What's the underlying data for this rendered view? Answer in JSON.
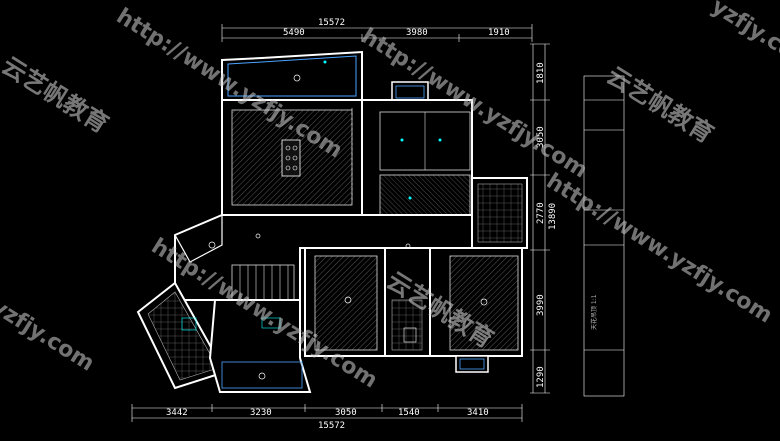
{
  "dimensions": {
    "top_total": "15572",
    "top_segments": [
      "5490",
      "3980",
      "1910"
    ],
    "bottom_total": "15572",
    "bottom_segments": [
      "3442",
      "3230",
      "3050",
      "1540",
      "3410"
    ],
    "right_segments": [
      "1810",
      "3050",
      "2770",
      "3990",
      "1290"
    ],
    "right_total": "13890"
  },
  "side_note": "天花吊顶 1:1",
  "watermarks": {
    "url": "http://www.yzfjy.com",
    "url_short": "yzfjy.com",
    "brand_cn": "云艺帆教育"
  },
  "tags": {
    "room_top_mid": "",
    "room_center_left": "",
    "room_center_right": ""
  },
  "colors": {
    "background": "#000000",
    "wall": "#ffffff",
    "hatch": "#8a8a8a",
    "ceiling_blue": "#4aa3ff",
    "fixture_cyan": "#00ffff",
    "label_yellow": "#ffff00"
  }
}
